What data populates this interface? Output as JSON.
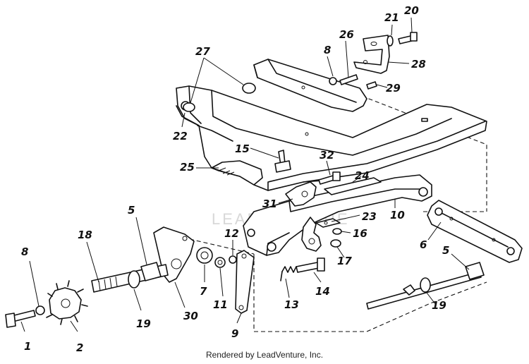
{
  "footer": "Rendered by LeadVenture, Inc.",
  "watermark": "LEADVENTURE",
  "part_labels": {
    "p1": "1",
    "p2": "2",
    "p5a": "5",
    "p5b": "5",
    "p6": "6",
    "p7": "7",
    "p8a": "8",
    "p8b": "8",
    "p9": "9",
    "p10": "10",
    "p11": "11",
    "p12": "12",
    "p13": "13",
    "p14": "14",
    "p15": "15",
    "p16": "16",
    "p17": "17",
    "p18": "18",
    "p19a": "19",
    "p19b": "19",
    "p20": "20",
    "p21": "21",
    "p22": "22",
    "p23": "23",
    "p24": "24",
    "p25": "25",
    "p26": "26",
    "p27": "27",
    "p28": "28",
    "p29": "29",
    "p30": "30",
    "p31": "31",
    "p32": "32"
  }
}
